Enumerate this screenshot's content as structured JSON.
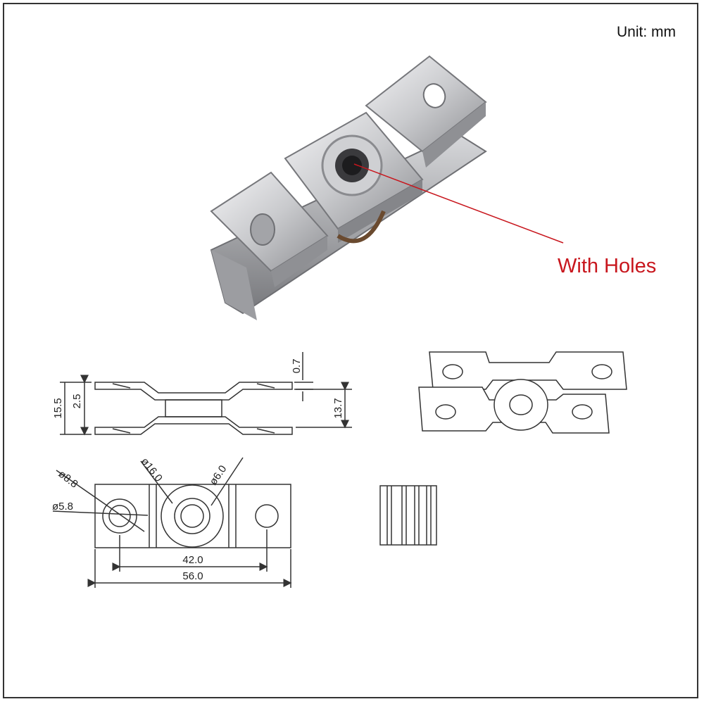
{
  "unit_label": "Unit: mm",
  "callout": {
    "label": "With Holes",
    "color": "#c8161d"
  },
  "dimensions": {
    "thickness": "0.7",
    "total_height": "15.5",
    "gap": "2.5",
    "inner_height": "13.7",
    "bearing_dia": "ø16.0",
    "bore_dia": "ø6.0",
    "counterbore_dia": "ø8.8",
    "hole_dia": "ø5.8",
    "hole_spacing": "42.0",
    "overall_length": "56.0"
  },
  "colors": {
    "metal_light": "#e8e8ea",
    "metal_mid": "#b9babd",
    "metal_dark": "#6f7074",
    "line": "#333333",
    "leader": "#c8161d"
  }
}
